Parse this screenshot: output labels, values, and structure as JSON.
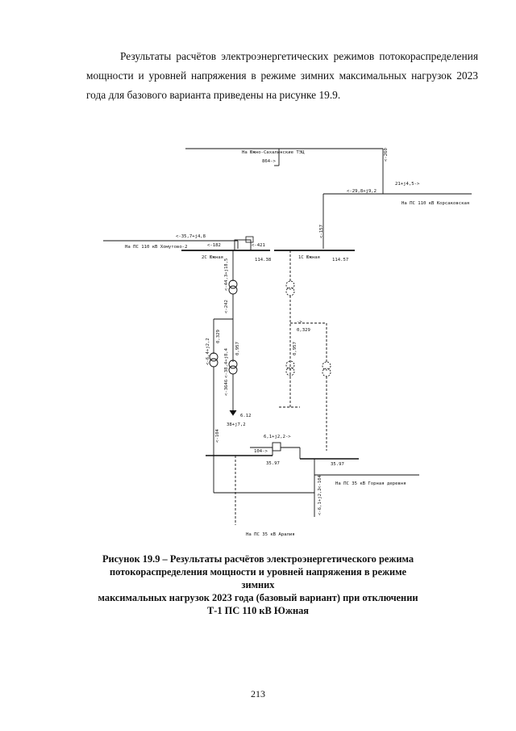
{
  "intro": {
    "text": "Результаты расчётов электроэнергетических режимов потокораспределения мощности и уровней напряжения в режиме зимних максимальных нагрузок 2023 года для базового варианта приведены на рисунке 19.9."
  },
  "diagram": {
    "labels": {
      "to_tec": "На Южно-Сахалинские ТЭЦ",
      "f864": "864->",
      "f260": "<-260",
      "f29": "<-29,8+j9,2",
      "f21": "21+j4,5->",
      "to_korsak": "На ПС 110 кВ Корсаковская",
      "f157": "<-157",
      "f357": "<-35,7+j4,8",
      "to_khomutovo": "На ПС 110 кВ Хомутово-2",
      "f182": "<-182",
      "f421": "<-421",
      "bus2c": "2С Южная",
      "v2c": "114.38",
      "bus1c": "1С Южная",
      "v1c": "114.57",
      "t1_flow": "<-44,3+j18,5",
      "t1_i": "<-242",
      "t_left_flow": "<-6,4+j2,2",
      "t_left_ratio": "0,329",
      "t2_flow": "<-38,4+j8,4",
      "t2_ratio": "0,957",
      "t2_i": "<-3646",
      "v6": "6.12",
      "load6": "38+j7,2",
      "f_dash": "->",
      "f_dash_ratio": "0,329",
      "f_dash_ratio2": "0,957",
      "f104": "<-104",
      "f61": "6,1+j2,2->",
      "f104b": "104->",
      "v35l": "35.97",
      "v35r": "35.97",
      "to_gornaya": "На ПС 35 кВ Горная деревня",
      "f104c": "<-104",
      "f61b": "<-6,1+j2,2",
      "to_araliya": "На ПС 35 кВ Аралия"
    }
  },
  "caption": {
    "lines": [
      "Рисунок 19.9 – Результаты расчётов электроэнергетического режима",
      "потокораспределения мощности и уровней напряжения в режиме зимних",
      "максимальных нагрузок 2023 года (базовый вариант) при отключении",
      "Т-1 ПС 110 кВ Южная"
    ]
  },
  "page_number": "213"
}
